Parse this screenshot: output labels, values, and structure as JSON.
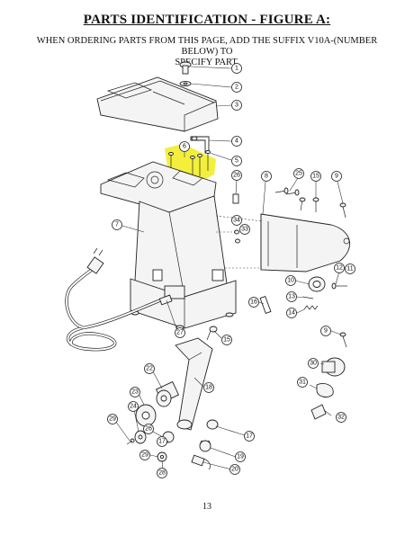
{
  "header": {
    "title": "PARTS IDENTIFICATION - FIGURE A:",
    "instruction_line1": "WHEN ORDERING PARTS FROM THIS PAGE, ADD THE SUFFIX V10A-(NUMBER BELOW) TO",
    "instruction_line2": "SPECIFY PART."
  },
  "highlight_color": "#f2ee32",
  "callouts": [
    {
      "id": "c1",
      "number": "1"
    },
    {
      "id": "c2",
      "number": "2"
    },
    {
      "id": "c3",
      "number": "3"
    },
    {
      "id": "c4",
      "number": "4"
    },
    {
      "id": "c5",
      "number": "5"
    },
    {
      "id": "c6",
      "number": "6"
    },
    {
      "id": "c26a",
      "number": "26"
    },
    {
      "id": "c8",
      "number": "8"
    },
    {
      "id": "c25",
      "number": "25"
    },
    {
      "id": "c15a",
      "number": "15"
    },
    {
      "id": "c9a",
      "number": "9"
    },
    {
      "id": "c7",
      "number": "7"
    },
    {
      "id": "c34",
      "number": "34"
    },
    {
      "id": "c33",
      "number": "33"
    },
    {
      "id": "c12",
      "number": "12"
    },
    {
      "id": "c11",
      "number": "11"
    },
    {
      "id": "c10",
      "number": "10"
    },
    {
      "id": "c13",
      "number": "13"
    },
    {
      "id": "c14",
      "number": "14"
    },
    {
      "id": "c16",
      "number": "16"
    },
    {
      "id": "c27",
      "number": "27"
    },
    {
      "id": "c15b",
      "number": "15"
    },
    {
      "id": "c9b",
      "number": "9"
    },
    {
      "id": "c30",
      "number": "30"
    },
    {
      "id": "c31",
      "number": "31"
    },
    {
      "id": "c32",
      "number": "32"
    },
    {
      "id": "c22",
      "number": "22"
    },
    {
      "id": "c18",
      "number": "18"
    },
    {
      "id": "c23",
      "number": "23"
    },
    {
      "id": "c24",
      "number": "24"
    },
    {
      "id": "c29a",
      "number": "29"
    },
    {
      "id": "c26b",
      "number": "26"
    },
    {
      "id": "c17a",
      "number": "17"
    },
    {
      "id": "c17b",
      "number": "17"
    },
    {
      "id": "c19",
      "number": "19"
    },
    {
      "id": "c29b",
      "number": "29"
    },
    {
      "id": "c28",
      "number": "28"
    },
    {
      "id": "c20",
      "number": "20"
    }
  ],
  "page_number": "13"
}
